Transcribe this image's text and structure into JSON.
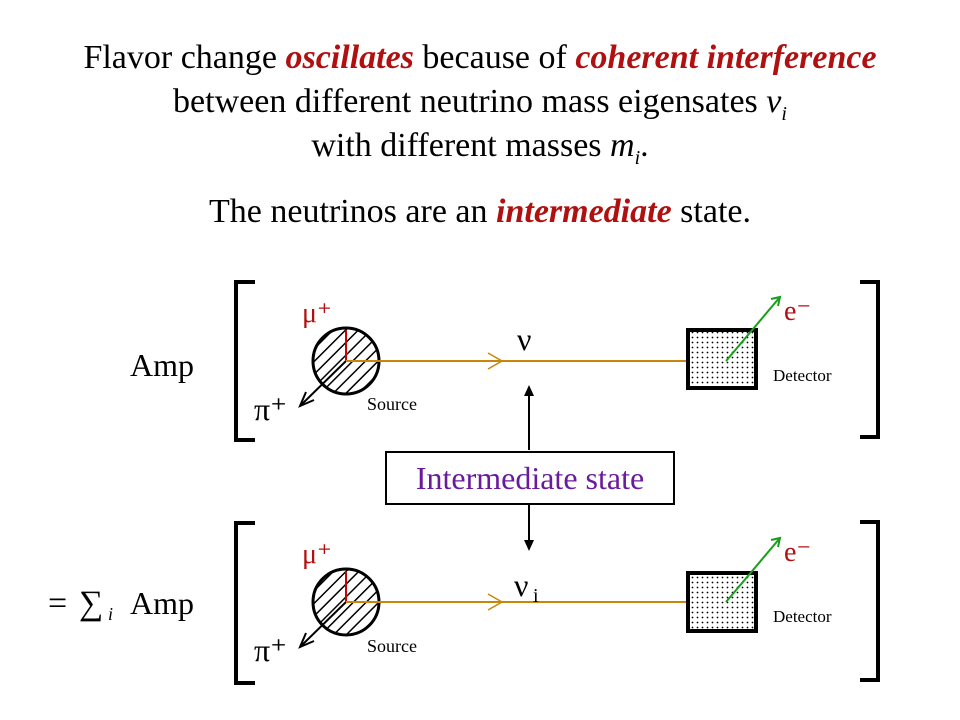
{
  "heading": {
    "line1": {
      "t1": "Flavor change ",
      "e1": "oscillates",
      "t2": " because of ",
      "e2": "coherent interference"
    },
    "line2": {
      "t1": "between different neutrino mass eigensates ",
      "sym": "ν",
      "sub": "i"
    },
    "line3": {
      "t1": "with different masses ",
      "sym": "m",
      "sub": "i",
      "t2": "."
    },
    "line4": {
      "t1": "The neutrinos are an ",
      "e1": "intermediate",
      "t2": " state."
    }
  },
  "colors": {
    "emphasis": "#b01010",
    "neutrino_line": "#c8860a",
    "electron_line": "#1a9e1a",
    "muon_line": "#cc0000",
    "intermediate_text": "#6a1b9a"
  },
  "top_diagram": {
    "amp_label": "Amp",
    "muon_label": "μ⁺",
    "pion_label": "π⁺",
    "source_label": "Source",
    "neutrino_label": "ν",
    "electron_label": "e⁻",
    "detector_label": "Detector"
  },
  "intermediate_box": {
    "label": "Intermediate  state"
  },
  "bottom_diagram": {
    "prefix": "=",
    "sum_symbol": "∑",
    "sum_index": "i",
    "amp_label": "Amp",
    "muon_label": "μ⁺",
    "pion_label": "π⁺",
    "source_label": "Source",
    "neutrino_label": "ν",
    "neutrino_sub": "i",
    "electron_label": "e⁻",
    "detector_label": "Detector"
  }
}
